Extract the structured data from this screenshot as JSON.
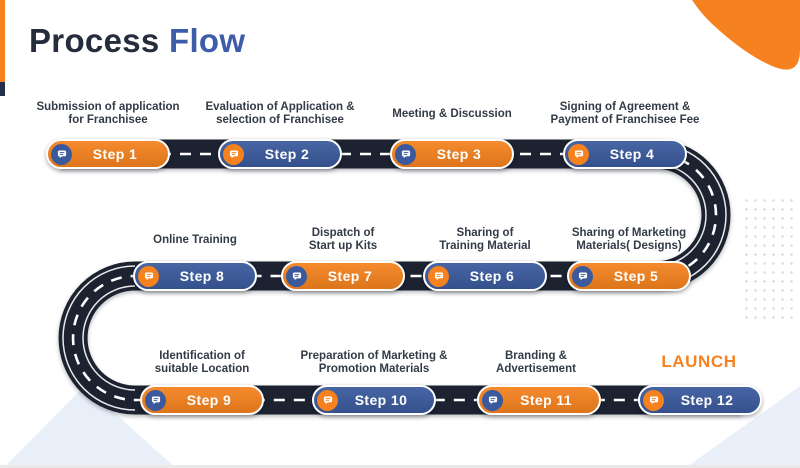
{
  "title": {
    "part1": "Process",
    "part2": "Flow"
  },
  "colors": {
    "orange": "#F5821E",
    "navy": "#3A5A9D",
    "road": "#1C2230",
    "title_dark": "#252C3C",
    "title_blue": "#3D5CA9",
    "caption_text": "#333B47",
    "light_blue_shapes": "#E9EFF9"
  },
  "steps": [
    {
      "num": "Step 1",
      "caption": "Submission of application\nfor Franchisee",
      "color": "orange"
    },
    {
      "num": "Step 2",
      "caption": "Evaluation of Application &\nselection of Franchisee",
      "color": "navy"
    },
    {
      "num": "Step 3",
      "caption": "Meeting & Discussion",
      "color": "orange"
    },
    {
      "num": "Step 4",
      "caption": "Signing of Agreement &\nPayment of Franchisee Fee",
      "color": "navy"
    },
    {
      "num": "Step 5",
      "caption": "Sharing of Marketing\nMaterials( Designs)",
      "color": "orange"
    },
    {
      "num": "Step 6",
      "caption": "Sharing of\nTraining Material",
      "color": "navy"
    },
    {
      "num": "Step 7",
      "caption": "Dispatch of\nStart up Kits",
      "color": "orange"
    },
    {
      "num": "Step 8",
      "caption": "Online Training",
      "color": "navy"
    },
    {
      "num": "Step 9",
      "caption": "Identification of\nsuitable Location",
      "color": "orange"
    },
    {
      "num": "Step 10",
      "caption": "Preparation of Marketing &\nPromotion Materials",
      "color": "navy"
    },
    {
      "num": "Step 11",
      "caption": "Branding &\nAdvertisement",
      "color": "orange"
    },
    {
      "num": "Step 12",
      "caption": "LAUNCH",
      "color": "navy"
    }
  ]
}
